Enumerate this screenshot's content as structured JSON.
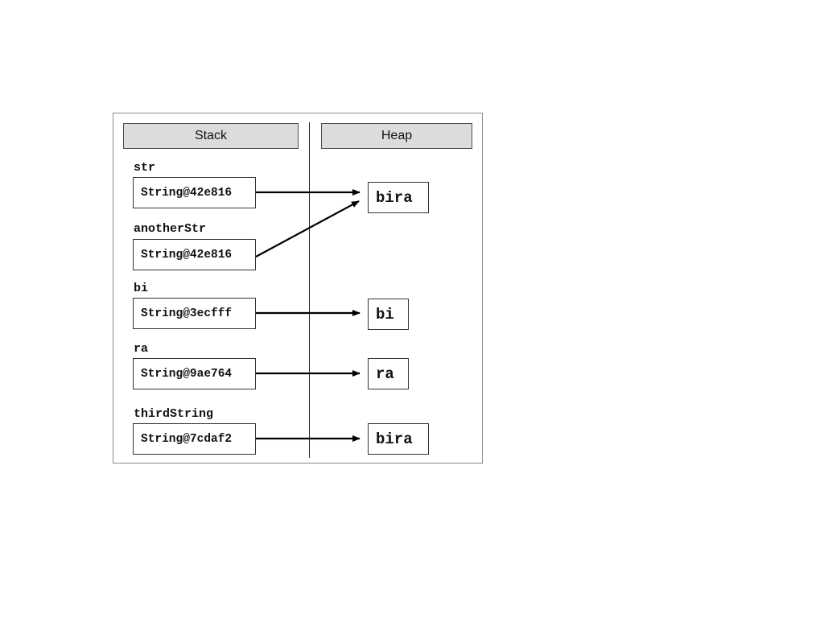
{
  "headers": {
    "stack": "Stack",
    "heap": "Heap"
  },
  "stack": [
    {
      "name": "str",
      "ref": "String@42e816",
      "points_to": 0
    },
    {
      "name": "anotherStr",
      "ref": "String@42e816",
      "points_to": 0
    },
    {
      "name": "bi",
      "ref": "String@3ecfff",
      "points_to": 1
    },
    {
      "name": "ra",
      "ref": "String@9ae764",
      "points_to": 2
    },
    {
      "name": "thirdString",
      "ref": "String@7cdaf2",
      "points_to": 3
    }
  ],
  "heap": [
    {
      "value": "bira"
    },
    {
      "value": "bi"
    },
    {
      "value": "ra"
    },
    {
      "value": "bira"
    }
  ]
}
